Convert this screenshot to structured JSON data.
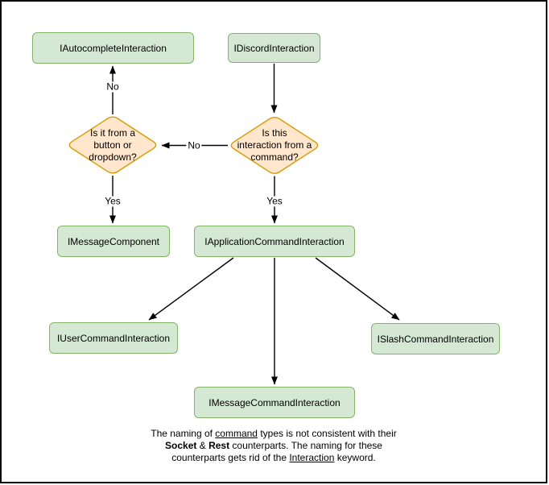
{
  "diagram": {
    "nodes": {
      "autocomplete": {
        "label": "IAutocompleteInteraction"
      },
      "discord": {
        "label": "IDiscordInteraction"
      },
      "message_component": {
        "label": "IMessageComponent"
      },
      "application_command": {
        "label": "IApplicationCommandInteraction"
      },
      "user_command": {
        "label": "IUserCommandInteraction"
      },
      "slash_command": {
        "label": "ISlashCommandInteraction"
      },
      "message_command": {
        "label": "IMessageCommandInteraction"
      }
    },
    "decisions": {
      "from_button": {
        "lines": [
          "Is it from a",
          "button or",
          "dropdown?"
        ]
      },
      "from_command": {
        "lines": [
          "Is this",
          "interaction from a",
          "command?"
        ]
      }
    },
    "edge_labels": {
      "no_to_autocomplete": "No",
      "no_between_diamonds": "No",
      "yes_to_message_component": "Yes",
      "yes_to_application_command": "Yes"
    },
    "colors": {
      "node_fill": "#d5e8d4",
      "node_border": "#82b366",
      "decision_fill": "#ffe6cc",
      "decision_border": "#d79b00",
      "arrow": "#000000",
      "frame": "#000000"
    },
    "note": {
      "l1a": "The naming of ",
      "l1b": "command",
      "l1c": " types is not consistent with their",
      "l2a": "Socket",
      "l2b": " & ",
      "l2c": "Rest",
      "l2d": " counterparts. The naming for these",
      "l3a": "counterparts gets rid of the ",
      "l3b": "Interaction",
      "l3c": " keyword."
    }
  }
}
